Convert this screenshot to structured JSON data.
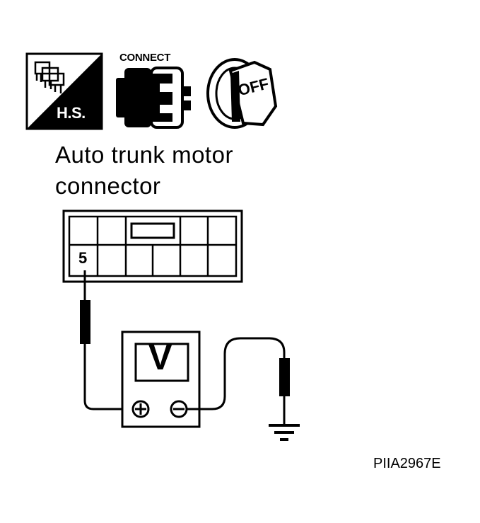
{
  "icons": {
    "harness_sensor": {
      "icon": "harness-sensor-icon",
      "label": "H.S."
    },
    "connect": {
      "icon": "connector-plug-icon",
      "label": "CONNECT"
    },
    "ignition": {
      "icon": "ignition-key-icon",
      "label": "OFF"
    }
  },
  "caption": {
    "line1": "Auto trunk motor",
    "line2": "connector"
  },
  "connector": {
    "pin_label": "5"
  },
  "voltmeter": {
    "icon": "voltmeter-icon",
    "label": "V",
    "positive_terminal": "positive-terminal-icon",
    "negative_terminal": "negative-terminal-icon"
  },
  "ground": {
    "icon": "ground-icon"
  },
  "figure_code": "PIIA2967E"
}
